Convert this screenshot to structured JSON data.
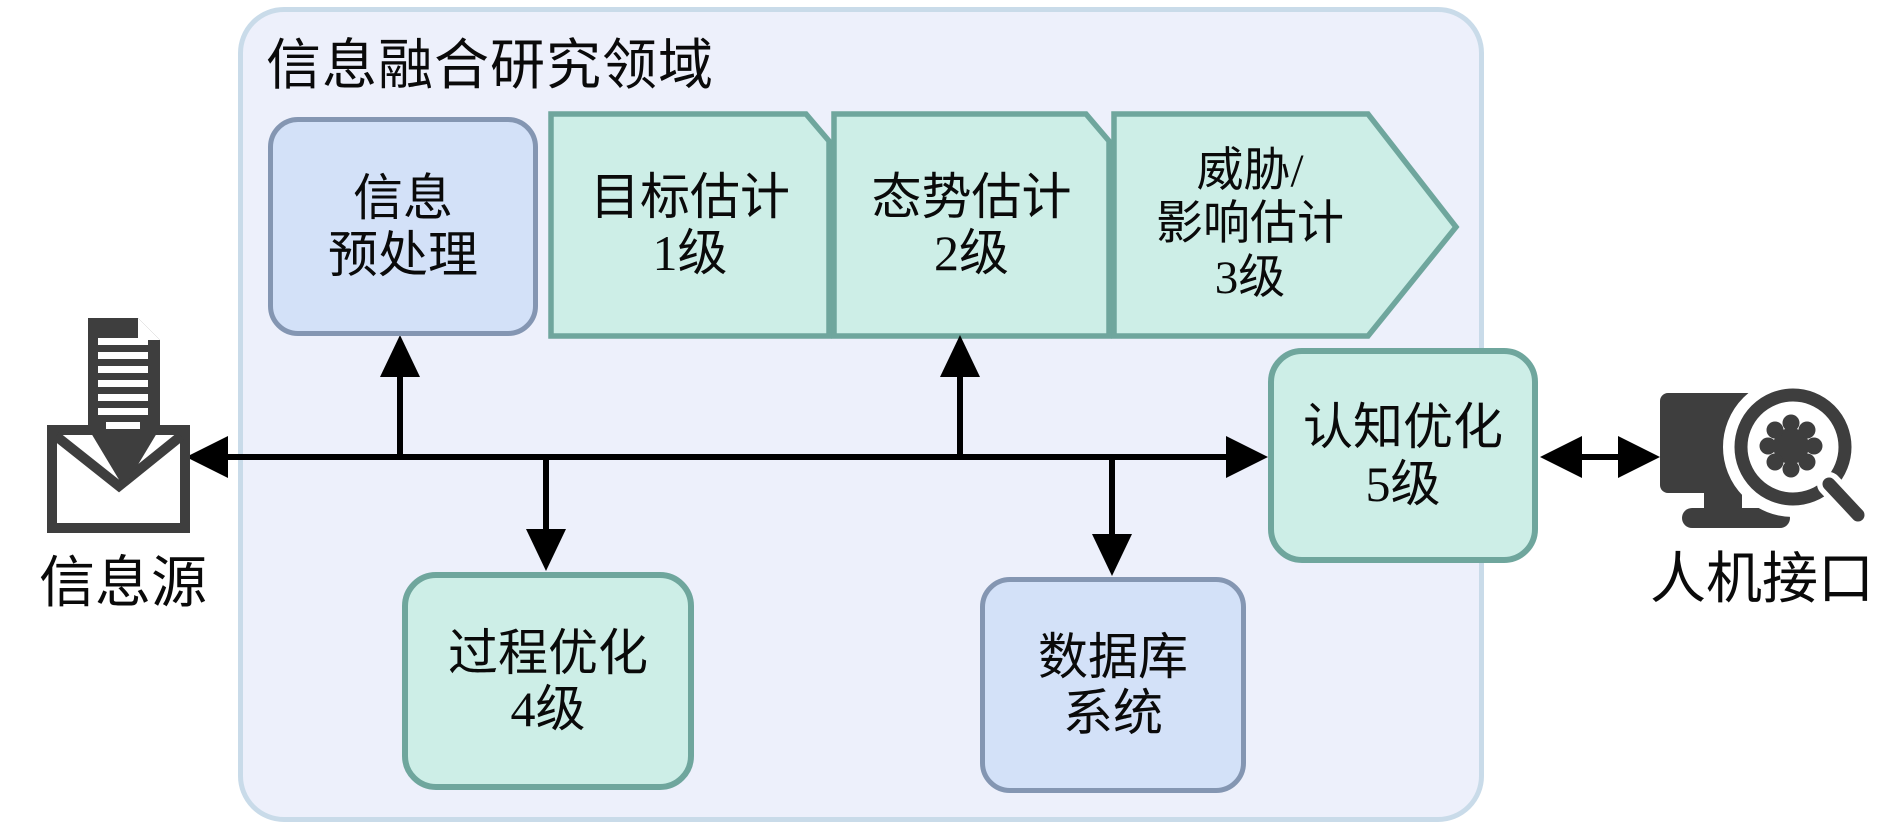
{
  "page": {
    "background": "#ffffff"
  },
  "colors": {
    "container_fill": "#edf0fb",
    "container_border": "#c9dbe9",
    "blue_fill": "#d3e1f8",
    "blue_border": "#8496b2",
    "green_fill": "#cdeee7",
    "green_border": "#6fa69d",
    "arrow": "#000000",
    "icon": "#3e3e3e",
    "text": "#0a0a0a"
  },
  "diagram": {
    "domain_title": "信息融合研究领域",
    "nodes": {
      "preprocess": "信息\n预处理",
      "level1": "目标估计\n1级",
      "level2": "态势估计\n2级",
      "level3": "威胁/\n影响估计\n3级",
      "level4": "过程优化\n4级",
      "level5": "认知优化\n5级",
      "database": "数据库\n系统"
    },
    "externals": {
      "source": "信息源",
      "hmi": "人机接口"
    },
    "icons": {
      "source": "document-envelope-icon",
      "hmi": "monitor-magnifier-bug-icon"
    }
  }
}
